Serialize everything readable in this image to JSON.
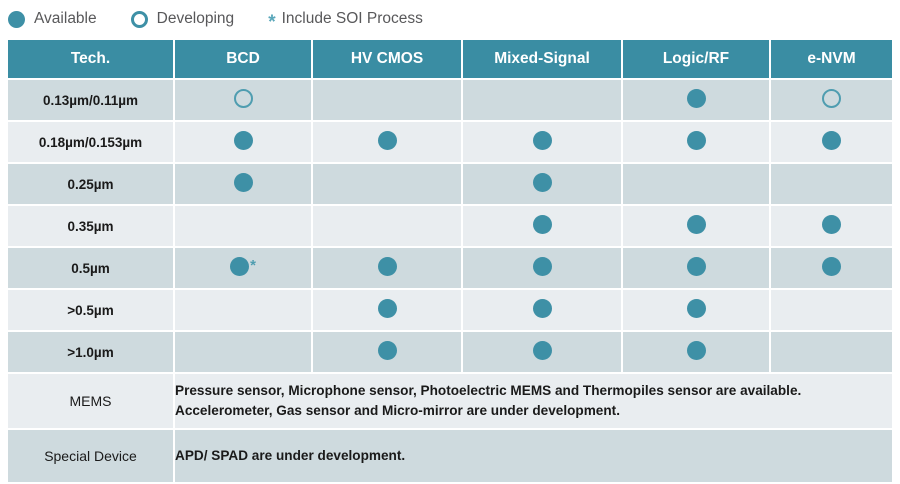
{
  "legend": {
    "items": [
      {
        "icon": "filled-circle-icon",
        "label": "Available"
      },
      {
        "icon": "open-circle-icon",
        "label": "Developing"
      },
      {
        "icon": "asterisk-icon",
        "glyph": "*",
        "label": "Include SOI Process"
      }
    ]
  },
  "colors": {
    "header_teal": "#3a8da3",
    "marker_teal": "#3e90a6",
    "row_band_dark": "#cedade",
    "row_band_light": "#e9edf0",
    "legend_text": "#58585a",
    "star_teal": "#4f9db0"
  },
  "table": {
    "headers": [
      "Tech.",
      "BCD",
      "HV CMOS",
      "Mixed-Signal",
      "Logic/RF",
      "e-NVM"
    ],
    "rows": [
      {
        "label": "0.13µm/0.11µm",
        "cells": [
          "open",
          "none",
          "none",
          "filled",
          "open"
        ]
      },
      {
        "label": "0.18µm/0.153µm",
        "cells": [
          "filled",
          "filled",
          "filled",
          "filled",
          "filled"
        ]
      },
      {
        "label": "0.25µm",
        "cells": [
          "filled",
          "none",
          "filled",
          "none",
          "none"
        ]
      },
      {
        "label": "0.35µm",
        "cells": [
          "none",
          "none",
          "filled",
          "filled",
          "filled"
        ]
      },
      {
        "label": "0.5µm",
        "cells": [
          "filled-star",
          "filled",
          "filled",
          "filled",
          "filled"
        ]
      },
      {
        "label": ">0.5µm",
        "cells": [
          "none",
          "filled",
          "filled",
          "filled",
          "none"
        ]
      },
      {
        "label": ">1.0µm",
        "cells": [
          "none",
          "filled",
          "filled",
          "filled",
          "none"
        ]
      }
    ],
    "notes": [
      {
        "label": "MEMS",
        "line1": "Pressure sensor, Microphone sensor, Photoelectric MEMS and Thermopiles sensor are available.",
        "line2": "Accelerometer, Gas sensor and Micro-mirror are under development."
      },
      {
        "label": "Special Device",
        "line1": "APD/ SPAD are under development.",
        "line2": ""
      }
    ]
  }
}
